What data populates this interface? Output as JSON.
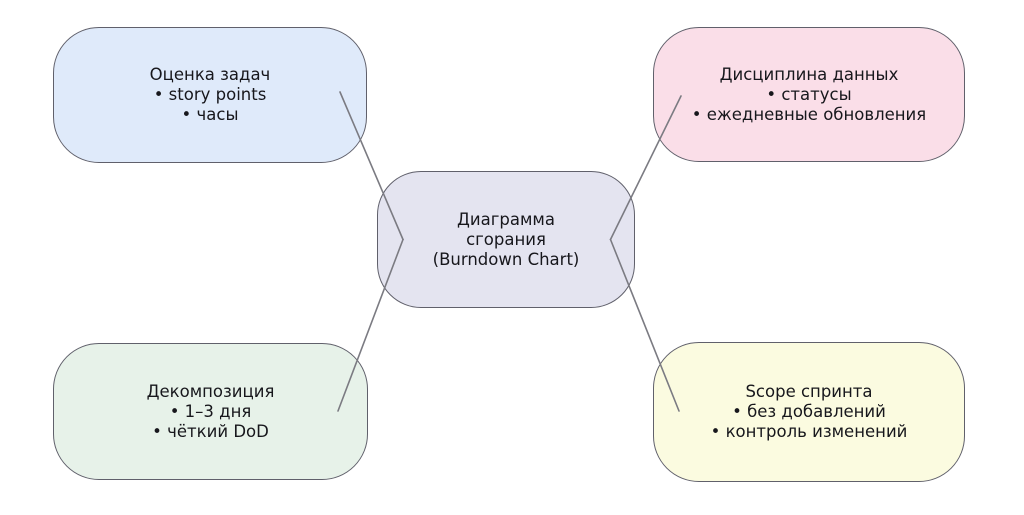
{
  "diagram": {
    "type": "mind-map",
    "center_node": {
      "line1": "Диаграмма",
      "line2": "сгорания",
      "line3": "(Burndown Chart)"
    },
    "nodes": {
      "top_left": {
        "title": "Оценка задач",
        "bullet1": "• story points",
        "bullet2": "• часы"
      },
      "top_right": {
        "title": "Дисциплина данных",
        "bullet1": "• статусы",
        "bullet2": "• ежедневные обновления"
      },
      "bottom_left": {
        "title": "Декомпозиция",
        "bullet1": "• 1–3 дня",
        "bullet2": "• чёткий DoD"
      },
      "bottom_right": {
        "title": "Scope спринта",
        "bullet1": "• без добавлений",
        "bullet2": "• контроль изменений"
      }
    },
    "connections": [
      {
        "from": "top_left",
        "to": "center"
      },
      {
        "from": "bottom_left",
        "to": "center"
      },
      {
        "from": "top_right",
        "to": "center"
      },
      {
        "from": "bottom_right",
        "to": "center"
      }
    ],
    "colors": {
      "background": "#ffffff",
      "top_left_fill": "#dfeafa",
      "top_right_fill": "#fadee8",
      "bottom_left_fill": "#e7f2e9",
      "bottom_right_fill": "#fbfbe0",
      "center_fill": "#e4e4f0",
      "node_border": "#60606b",
      "connector": "#7b7b82",
      "text": "#17171c"
    }
  }
}
